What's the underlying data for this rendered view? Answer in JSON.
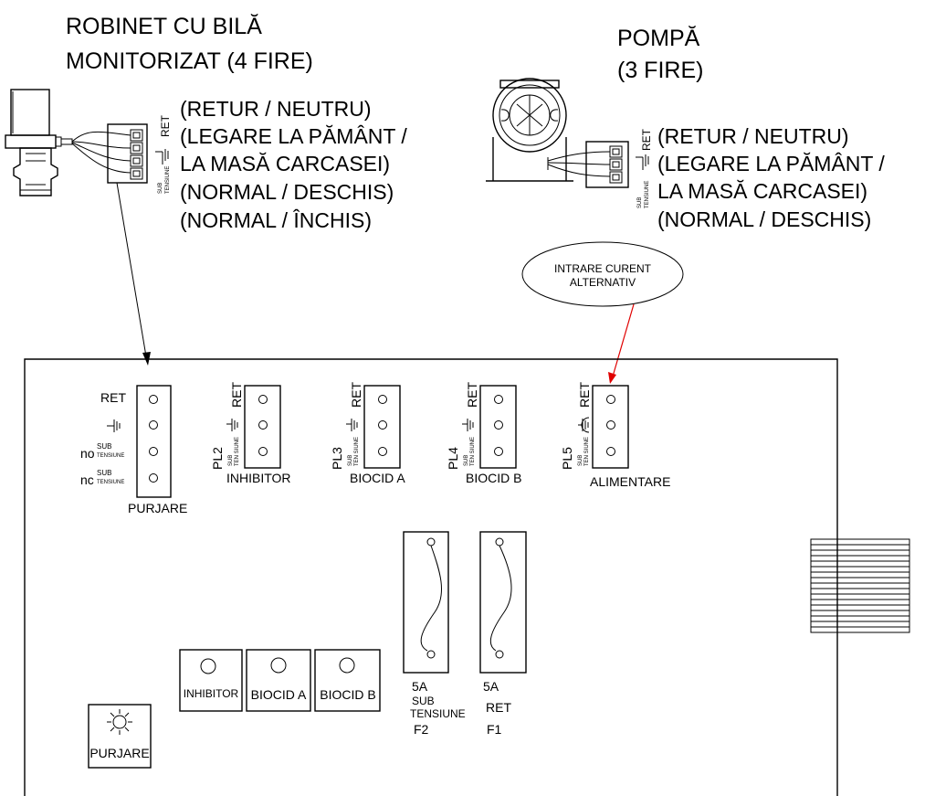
{
  "valve": {
    "title_line1": "ROBINET CU BILĂ",
    "title_line2": "MONITORIZAT (4 FIRE)",
    "terminal_codes": {
      "ret": "RET",
      "sub": "SUB",
      "tensiune": "TENSIUNE"
    },
    "wire_notes": [
      "(RETUR / NEUTRU)",
      "(LEGARE LA PĂMÂNT /",
      "LA MASĂ CARCASEI)",
      "(NORMAL / DESCHIS)",
      "(NORMAL / ÎNCHIS)"
    ]
  },
  "pump": {
    "title_line1": "POMPĂ",
    "title_line2": "(3 FIRE)",
    "terminal_codes": {
      "ret": "RET",
      "sub": "SUB",
      "tensiune": "TENSIUNE"
    },
    "wire_notes": [
      "(RETUR / NEUTRU)",
      "(LEGARE LA PĂMÂNT /",
      "LA MASĂ CARCASEI)",
      "(NORMAL / DESCHIS)"
    ]
  },
  "ac_input": {
    "line1": "INTRARE CURENT",
    "line2": "ALTERNATIV"
  },
  "board": {
    "purge_connector": {
      "pins": {
        "ret": "RET",
        "no": "no",
        "nc": "nc",
        "sub": "SUB",
        "tensiune": "TENSIUNE"
      },
      "label": "PURJARE"
    },
    "connectors": [
      {
        "id": "PL2",
        "ret": "RET",
        "sub": "SUB",
        "tensiune": "TEN SIUNE",
        "label": "INHIBITOR"
      },
      {
        "id": "PL3",
        "ret": "RET",
        "sub": "SUB",
        "tensiune": "TEN SIUNE",
        "label": "BIOCID A"
      },
      {
        "id": "PL4",
        "ret": "RET",
        "sub": "SUB",
        "tensiune": "TEN SIUNE",
        "label": "BIOCID B"
      },
      {
        "id": "PL5",
        "ret": "RET",
        "sub": "SUB",
        "tensiune": "TEN SIUNE",
        "label": "ALIMENTARE"
      }
    ],
    "fuses": [
      {
        "rating": "5A",
        "line1": "SUB",
        "line2": "TENSIUNE",
        "id": "F2"
      },
      {
        "rating": "5A",
        "line1": "RET",
        "line2": "",
        "id": "F1"
      }
    ],
    "leds": [
      "INHIBITOR",
      "BIOCID A",
      "BIOCID B"
    ],
    "purge_indicator": "PURJARE"
  },
  "colors": {
    "line": "#000000",
    "ac_arrow": "#e00000",
    "background": "#ffffff"
  }
}
